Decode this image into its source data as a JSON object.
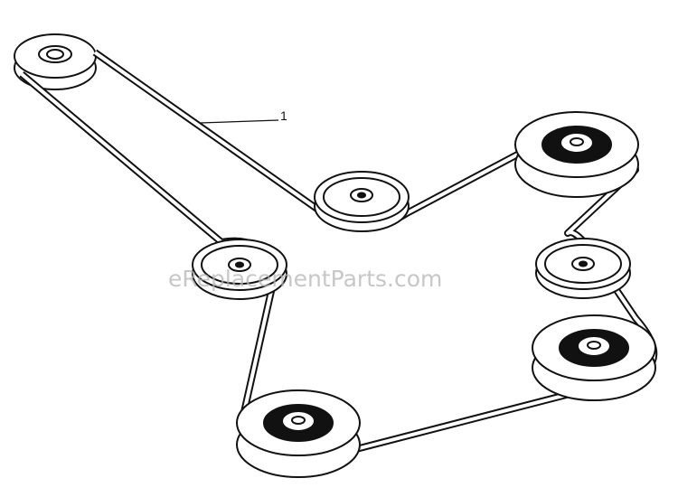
{
  "diagram": {
    "callouts": [
      {
        "label": "1",
        "part": "belt"
      }
    ],
    "components": [
      "belt",
      "drive-pulley",
      "idler-pulley-center",
      "idler-pulley-left",
      "idler-pulley-right",
      "spindle-pulley-top-right",
      "spindle-pulley-lower-right",
      "spindle-pulley-bottom"
    ],
    "watermark": "eReplacementParts.com"
  }
}
